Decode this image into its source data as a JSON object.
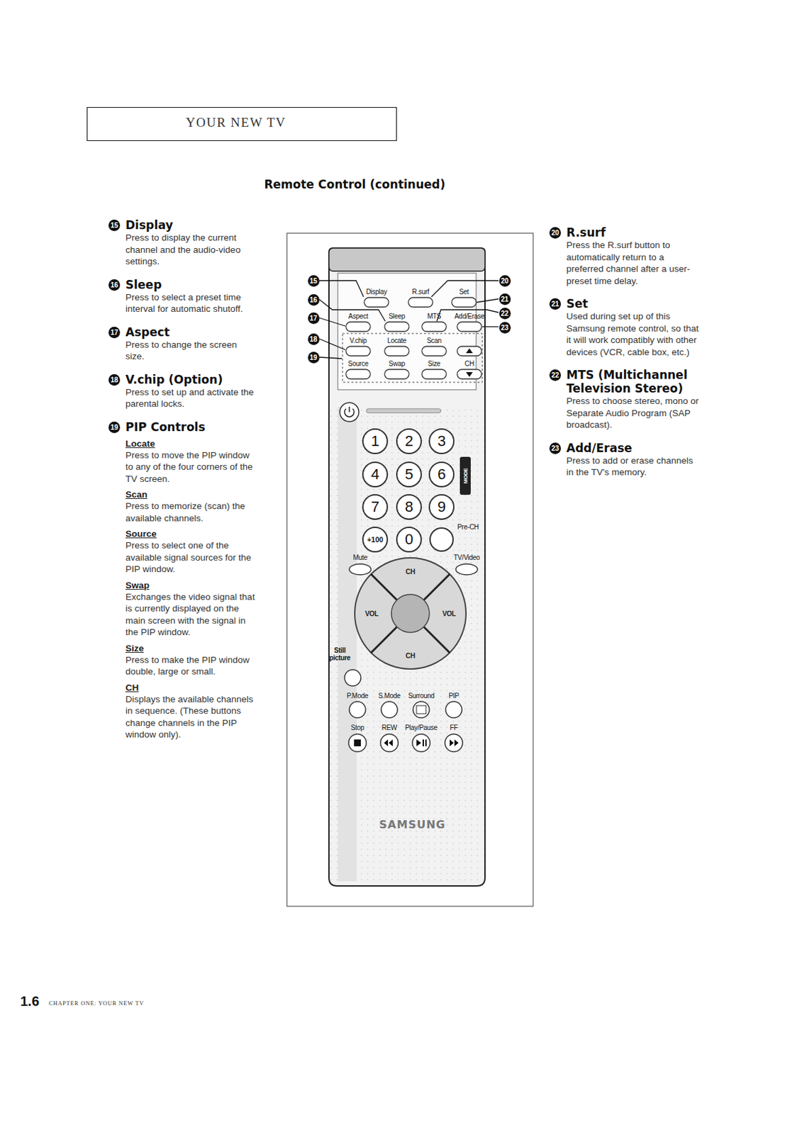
{
  "diagram": {
    "title": "Remote Control (continued)",
    "nodes": [
      {
        "text": [
          "YOUR NEW TV"
        ]
      },
      {
        "text": [
          "1"
        ]
      },
      {
        "text": [
          "2"
        ]
      },
      {
        "text": [
          "3"
        ]
      },
      {
        "text": [
          "4"
        ]
      },
      {
        "text": [
          "5"
        ]
      },
      {
        "text": [
          "6"
        ]
      },
      {
        "text": [
          "7"
        ]
      },
      {
        "text": [
          "8"
        ]
      },
      {
        "text": [
          "9"
        ]
      },
      {
        "text": [
          "+100"
        ]
      },
      {
        "text": [
          "0"
        ]
      }
    ],
    "labels": [
      "15",
      "Display",
      "Press to display the current channel and the audio-video settings.",
      "16",
      "Sleep",
      "Press to select a preset time interval for automatic shutoff.",
      "17",
      "Aspect",
      "Press to change the screen size.",
      "18",
      "V.chip (Option)",
      "Press to set up and activate the parental locks.",
      "19",
      "PIP Controls",
      "Locate",
      "Press to move the PIP window to any of the four corners of the TV screen.",
      "Scan",
      "Press to memorize (scan) the available channels.",
      "Source",
      "Press to select one of the available signal sources for the PIP window.",
      "Swap",
      "Exchanges the video signal that is currently displayed on the main screen with the signal in the PIP window.",
      "Size",
      "Press to make the PIP window double, large or small.",
      "CH",
      "Displays the available channels in sequence. (These buttons change channels in the PIP window only).",
      "20",
      "R.surf",
      "Press the R.surf button to automatically return to a preferred channel after a user-preset time delay.",
      "21",
      "Set",
      "Used during set up of this Samsung remote control, so that it will work compatibly with other devices (VCR, cable box, etc.)",
      "22",
      "MTS (Multichannel Television Stereo)",
      "Press to choose stereo, mono or Separate Audio Program (SAP broadcast).",
      "23",
      "Add/Erase",
      "Press to add or erase channels in the TV's memory.",
      "15",
      "16",
      "17",
      "18",
      "19",
      "20",
      "21",
      "22",
      "23",
      "Display",
      "R.surf",
      "Set",
      "Aspect",
      "Sleep",
      "MTS",
      "Add/Erase",
      "V.chip",
      "Locate",
      "Scan",
      "Source",
      "Swap",
      "Size",
      "CH",
      "Pre-CH",
      "Mute",
      "TV/Video",
      "CH",
      "VOL",
      "VOL",
      "CH",
      "Still picture",
      "P.Mode",
      "S.Mode",
      "Surround",
      "PIP",
      "Stop",
      "REW",
      "Play/Pause",
      "FF",
      "MODE",
      "SAMSUNG",
      "1.6",
      "CHAPTER ONE: YOUR NEW TV"
    ]
  }
}
